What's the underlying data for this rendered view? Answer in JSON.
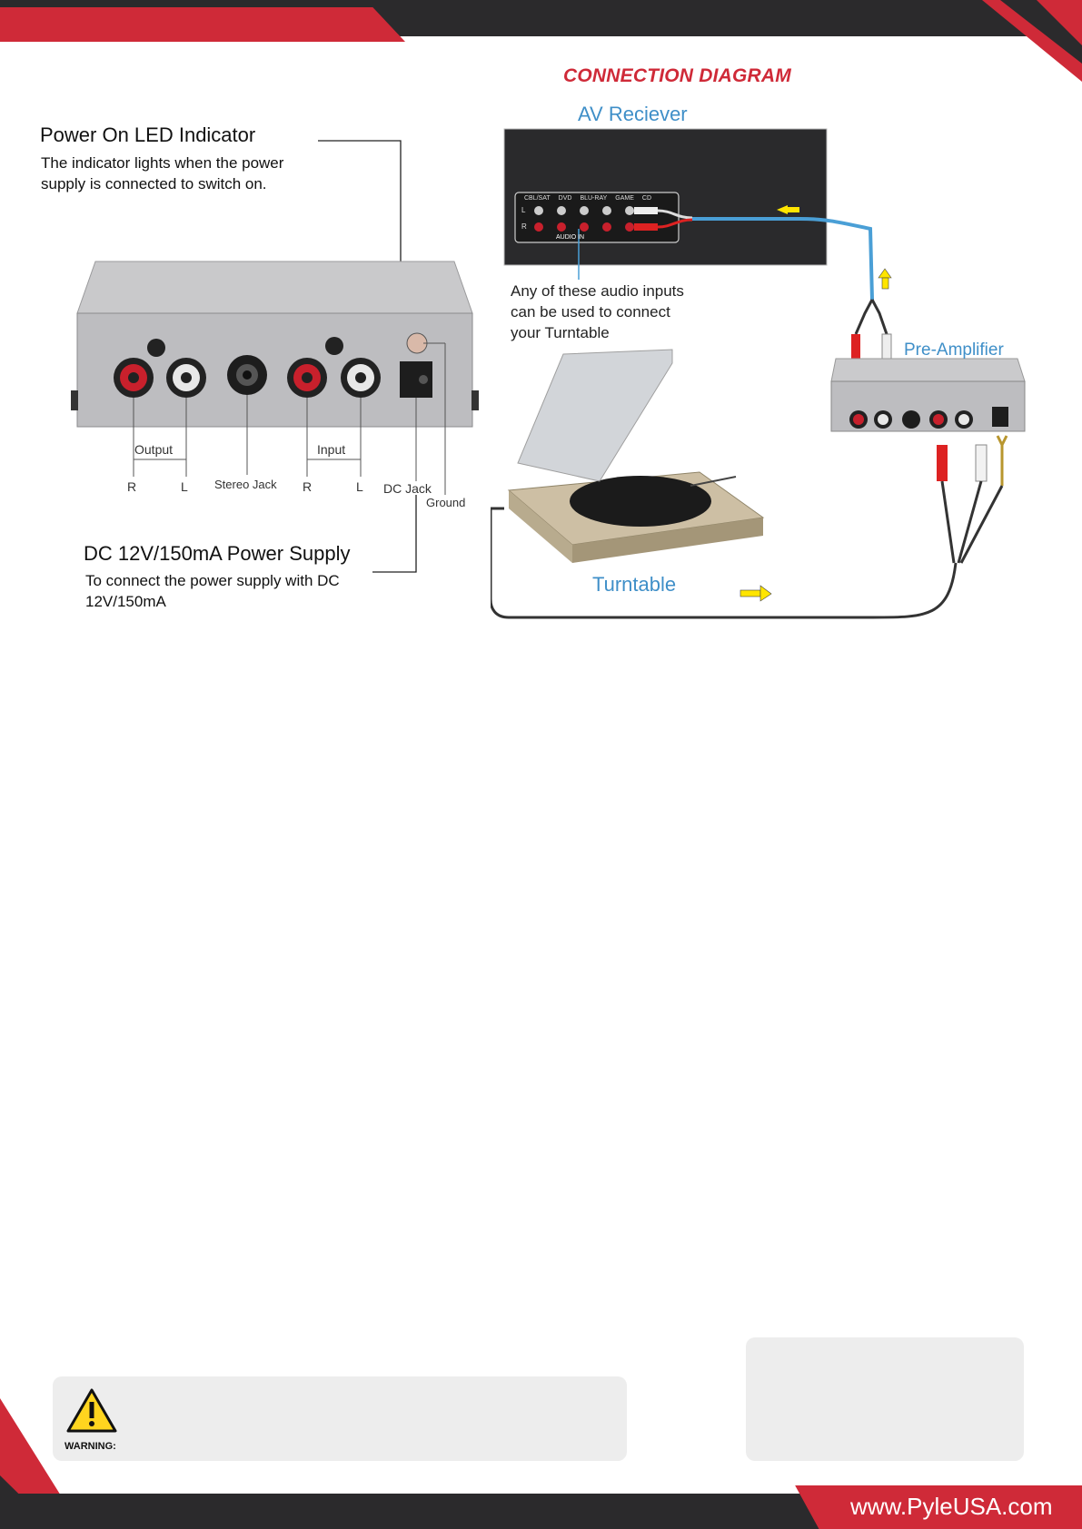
{
  "footer": {
    "url": "www.PyleUSA.com"
  },
  "diagram": {
    "title": "CONNECTION DIAGRAM"
  },
  "panel": {
    "led_title": "Power On LED Indicator",
    "led_desc_line1": "The indicator lights when the power",
    "led_desc_line2": "supply is connected to switch on.",
    "output_label": "Output",
    "input_label": "Input",
    "r1": "R",
    "l1": "L",
    "stereo": "Stereo Jack",
    "r2": "R",
    "l2": "L",
    "dc_jack": "DC Jack",
    "ground": "Ground",
    "power_title": "DC 12V/150mA Power Supply",
    "power_desc_line1": "To connect the power supply with DC",
    "power_desc_line2": "12V/150mA"
  },
  "connection": {
    "receiver": "AV Reciever",
    "inputs_note_line1": "Any of these audio inputs",
    "inputs_note_line2": "can be used to connect",
    "inputs_note_line3": "your Turntable",
    "preamp": "Pre-Amplifier",
    "turntable": "Turntable",
    "receiver_inputs": [
      "CBL/SAT",
      "DVD",
      "BLU-RAY",
      "GAME",
      "CD"
    ],
    "audio_in": "AUDIO IN",
    "row_l": "L",
    "row_r": "R"
  },
  "warning": {
    "label": "WARNING:"
  },
  "colors": {
    "brand_red": "#cf2a38",
    "dark": "#2b2a2c",
    "cable_blue": "#4a9fd6",
    "card": "#ededed"
  }
}
